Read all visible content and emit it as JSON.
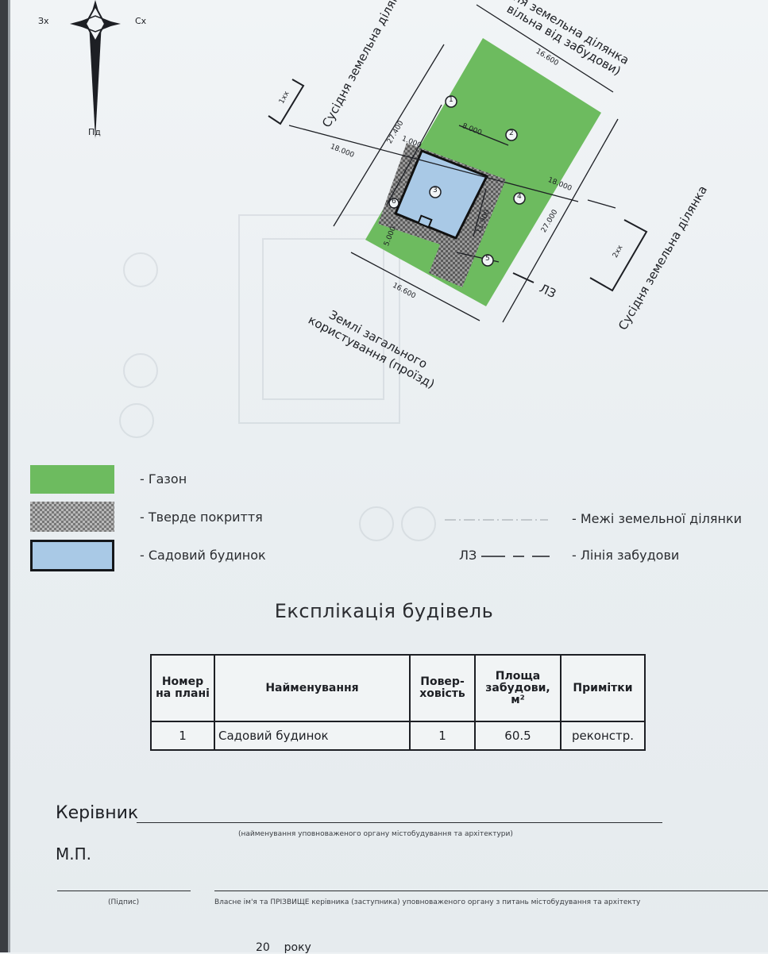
{
  "compass": {
    "west": "Зх",
    "east": "Сх",
    "south": "Пд"
  },
  "plan": {
    "neighbor_north": "ня земельна ділянка\nвільна від забудови)",
    "neighbor_west": "Сусідня земельна ділян",
    "neighbor_east": "Сусідня земельна ділянка",
    "road": "Землі загального\nкористування (проїзд)",
    "section_1": "1хх",
    "section_2": "2хх",
    "building_line": "ЛЗ",
    "dimensions": {
      "top_width": "16.600",
      "bottom_width": "16.600",
      "left_length": "27.400",
      "right_length": "27.000",
      "setback_1": "18.000",
      "setback_2": "18.000",
      "house_width": "8.000",
      "house_depth": "11.900",
      "offset_1": "1.000",
      "offset_2": "5.000"
    },
    "markers": [
      "1",
      "2",
      "3",
      "4",
      "5",
      "6"
    ]
  },
  "legend": {
    "lawn": "- Газон",
    "hard_surface": "- Тверде покриття",
    "garden_house": "- Садовий будинок",
    "plot_boundary": "- Межі земельної ділянки",
    "building_line": "- Лінія забудови",
    "building_line_symbol": "ЛЗ"
  },
  "explication": {
    "title": "Експлікація будівель",
    "headers": [
      "Номер на плані",
      "Найменування",
      "Повер-\nховість",
      "Площа забудови, м²",
      "Примітки"
    ],
    "rows": [
      [
        "1",
        "Садовий будинок",
        "1",
        "60.5",
        "реконстр."
      ]
    ]
  },
  "signature": {
    "head_label": "Керівник",
    "head_caption": "(найменування уповноваженого органу містобудування та архітектури)",
    "stamp": "М.П.",
    "sign_caption": "(Підпис)",
    "name_caption": "Власне ім'я та ПРІЗВИЩЕ керівника (заступника) уповноваженого органу з питань містобудування та архітекту",
    "date_fragment": "20    року"
  },
  "colors": {
    "lawn": "#6dbb5f",
    "house": "#a9c9e6",
    "hard_surface": "#8a8a8a",
    "paper": "#eef2f4"
  }
}
